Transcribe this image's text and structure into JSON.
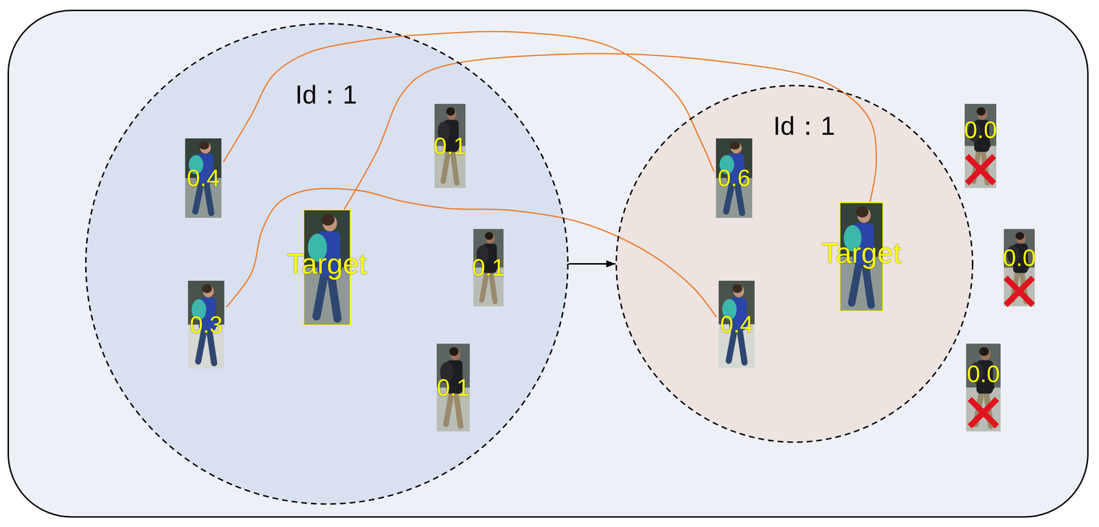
{
  "diagram": {
    "nodes": [
      {
        "text": [
          "Id：1"
        ]
      },
      {
        "text": [
          "0.4"
        ],
        "in": 0
      },
      {
        "text": [
          "0.1"
        ],
        "in": 0
      },
      {
        "text": [
          "Target"
        ],
        "in": 0
      },
      {
        "text": [
          "0.1"
        ],
        "in": 0
      },
      {
        "text": [
          "0.3"
        ],
        "in": 0
      },
      {
        "text": [
          "0.1"
        ],
        "in": 0
      },
      {
        "text": [
          "Id：1"
        ]
      },
      {
        "text": [
          "0.6"
        ],
        "in": 7
      },
      {
        "text": [
          "Target"
        ],
        "in": 7
      },
      {
        "text": [
          "0.4"
        ],
        "in": 7
      },
      {
        "text": [
          "0.0"
        ]
      },
      {
        "text": [
          "0.0"
        ]
      },
      {
        "text": [
          "0.0"
        ]
      }
    ],
    "edges": [
      {
        "from": 0,
        "to": 7,
        "arrow": "to"
      },
      {
        "from": 1,
        "to": 8,
        "arrow": "none"
      },
      {
        "from": 5,
        "to": 10,
        "arrow": "none"
      },
      {
        "from": 3,
        "to": 9,
        "arrow": "none"
      }
    ]
  }
}
